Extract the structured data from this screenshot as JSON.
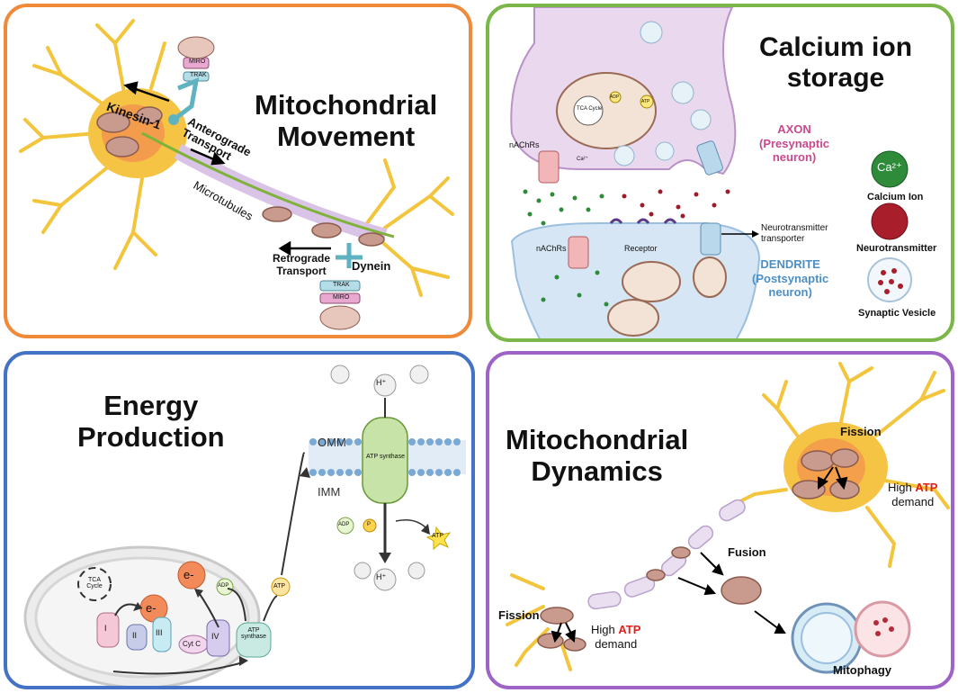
{
  "panels": {
    "movement": {
      "title_line1": "Mitochondrial",
      "title_line2": "Movement",
      "kinesin": "Kinesin-1",
      "anterograde_1": "Anterograde",
      "anterograde_2": "Transport",
      "microtubules": "Microtubules",
      "retrograde_1": "Retrograde",
      "retrograde_2": "Transport",
      "dynein": "Dynein",
      "miro": "MIRO",
      "trak": "TRAK"
    },
    "calcium": {
      "title_line1": "Calcium ion",
      "title_line2": "storage",
      "axon": "AXON",
      "axon_sub1": "(Presynaptic",
      "axon_sub2": "neuron)",
      "dendrite": "DENDRITE",
      "dendrite_sub1": "(Postsynaptic",
      "dendrite_sub2": "neuron)",
      "nachrs_top": "nAChRs",
      "nachrs_bottom": "nAChRs",
      "receptor": "Receptor",
      "nt_transporter_1": "Neurotransmitter",
      "nt_transporter_2": "transporter",
      "tca": "TCA Cycle",
      "adp": "ADP",
      "atp": "ATP",
      "ca_small": "Ca²⁺",
      "legend_calcium_symbol": "Ca²⁺",
      "legend_calcium": "Calcium Ion",
      "legend_neurotransmitter": "Neurotransmitter",
      "legend_vesicle": "Synaptic Vesicle"
    },
    "energy": {
      "title_line1": "Energy",
      "title_line2": "Production",
      "omm": "OMM",
      "imm": "IMM",
      "h_plus": "H⁺",
      "atp_synthase": "ATP synthase",
      "adp": "ADP",
      "p": "P",
      "atp": "ATP",
      "tca": "TCA Cycle",
      "electron": "e-",
      "complex_1": "I",
      "complex_2": "II",
      "complex_3": "III",
      "cyt_c": "Cyt C",
      "complex_4": "IV"
    },
    "dynamics": {
      "title_line1": "Mitochondrial",
      "title_line2": "Dynamics",
      "fission_top": "Fission",
      "high": "High",
      "atp": "ATP",
      "demand": "demand",
      "fusion": "Fusion",
      "fission_left": "Fission",
      "mitophagy": "Mitophagy"
    }
  },
  "colors": {
    "movement_border": "#ef8a3b",
    "calcium_border": "#7ab648",
    "energy_border": "#4472c4",
    "dynamics_border": "#9d63c7",
    "atp_red": "#e0201b",
    "axon_pink": "#c9488f",
    "dendrite_blue": "#4d8fc4"
  }
}
